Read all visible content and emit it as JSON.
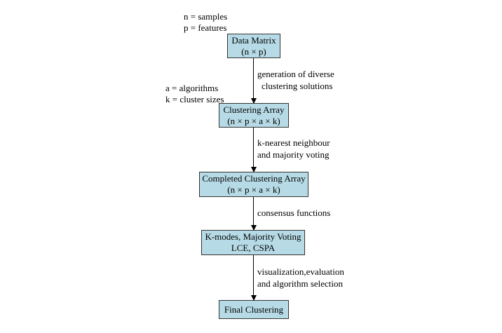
{
  "diagram": {
    "title": "Clustering ensemble flowchart",
    "colors": {
      "box_fill": "#b7dbe6",
      "box_border": "#333333",
      "arrow": "#000000",
      "background": "#ffffff",
      "text": "#000000"
    },
    "notes": {
      "top": [
        "n = samples",
        "p = features"
      ],
      "side": [
        "a = algorithms",
        "k = cluster sizes"
      ]
    },
    "boxes": [
      {
        "lines": [
          "Data Matrix",
          "(n × p)"
        ]
      },
      {
        "lines": [
          "Clustering Array",
          "(n × p × a × k)"
        ]
      },
      {
        "lines": [
          "Completed Clustering Array",
          "(n × p × a × k)"
        ]
      },
      {
        "lines": [
          "K-modes, Majority Voting",
          "LCE, CSPA"
        ]
      },
      {
        "lines": [
          "Final Clustering"
        ]
      }
    ],
    "arrows": [
      {
        "label_lines": [
          "generation of diverse",
          "clustering solutions"
        ]
      },
      {
        "label_lines": [
          "k-nearest neighbour",
          "and majority voting"
        ]
      },
      {
        "label_lines": [
          "consensus functions"
        ]
      },
      {
        "label_lines": [
          "visualization,evaluation",
          "and algorithm selection"
        ]
      }
    ]
  }
}
